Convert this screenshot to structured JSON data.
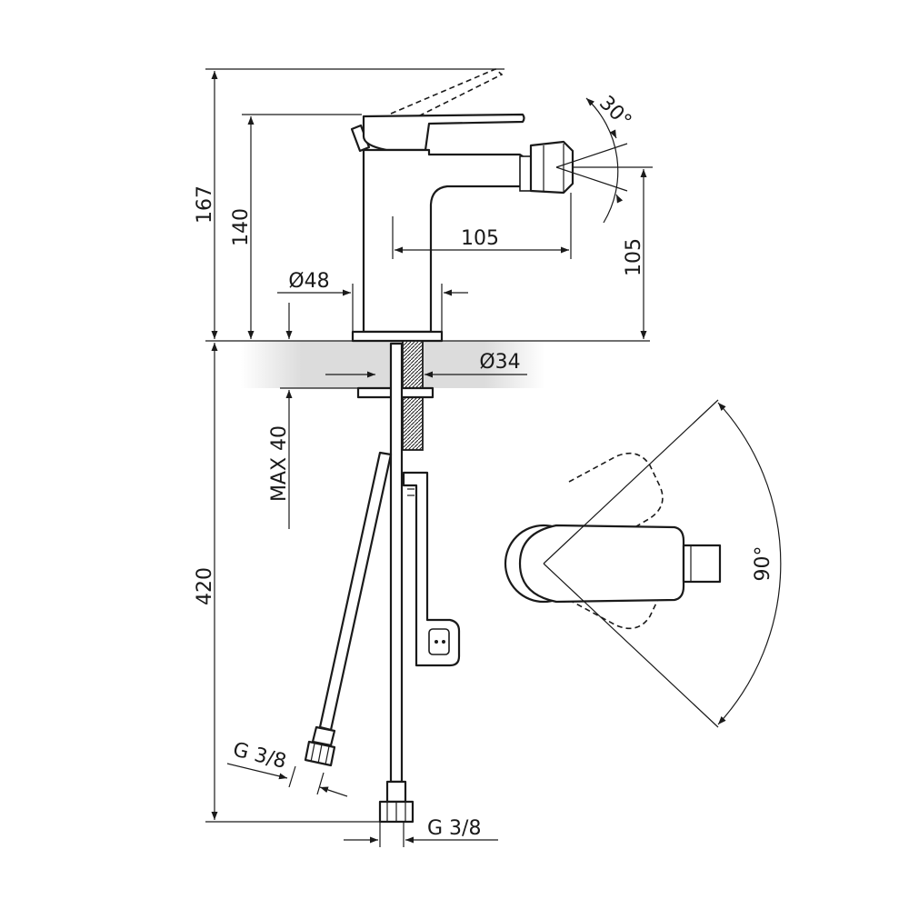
{
  "dimensions": {
    "total_height": "167",
    "spout_height": "140",
    "spout_reach": "105",
    "outlet_height": "105",
    "body_diameter": "Ø48",
    "hole_diameter": "Ø34",
    "max_thickness": "MAX 40",
    "hose_length": "420",
    "connection_left": "G 3/8",
    "connection_right": "G 3/8",
    "nozzle_angle": "30°",
    "lever_angle": "90°"
  }
}
